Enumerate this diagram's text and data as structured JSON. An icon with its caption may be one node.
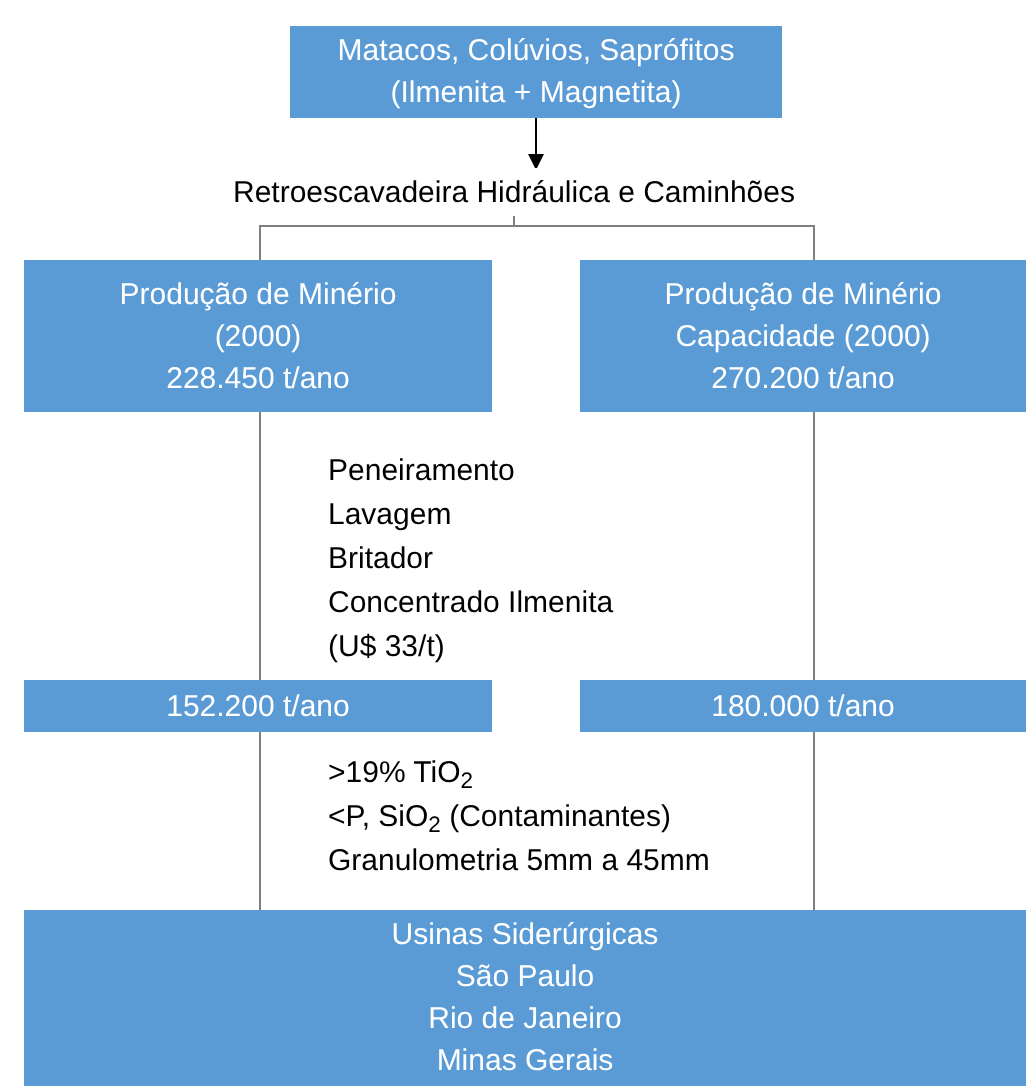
{
  "diagram": {
    "nodes": [
      {
        "text": [
          "Matacos, Colúvios, Saprófitos",
          "(Ilmenita + Magnetita)"
        ]
      },
      {
        "text": [
          "Retroescavadeira Hidráulica e Caminhões"
        ]
      },
      {
        "text": [
          "Produção de Minério",
          "(2000)",
          "228.450 t/ano"
        ]
      },
      {
        "text": [
          "Produção de Minério",
          "Capacidade (2000)",
          "270.200 t/ano"
        ]
      },
      {
        "text": [
          "152.200 t/ano"
        ]
      },
      {
        "text": [
          "180.000 t/ano"
        ]
      },
      {
        "text": [
          "Usinas Siderúrgicas",
          "São Paulo",
          "Rio de Janeiro",
          "Minas Gerais"
        ]
      }
    ],
    "edges": [
      {
        "from": 0,
        "to": 1,
        "arrow": "to",
        "color": "#000000"
      },
      {
        "from": 1,
        "to": 2,
        "arrow": "none"
      },
      {
        "from": 1,
        "to": 3,
        "arrow": "none"
      },
      {
        "from": 2,
        "to": 4,
        "arrow": "none"
      },
      {
        "from": 3,
        "to": 5,
        "arrow": "none"
      },
      {
        "from": 4,
        "to": 6,
        "arrow": "none"
      },
      {
        "from": 5,
        "to": 6,
        "arrow": "none"
      }
    ],
    "labels": [
      "Peneiramento",
      "Lavagem",
      "Britador",
      "Concentrado Ilmenita",
      "(U$ 33/t)",
      ">19% TiO$_{2}$",
      "<P, SiO$_{2}$ (Contaminantes)",
      "Granulometria 5mm a 45mm"
    ]
  }
}
